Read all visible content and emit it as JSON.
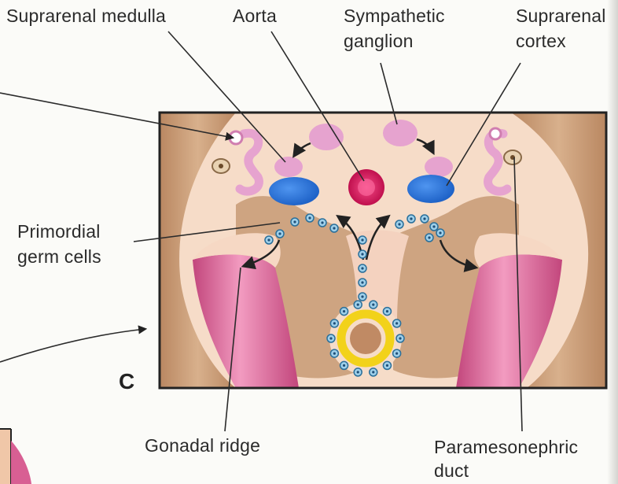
{
  "labels": {
    "suprarenal_medulla": "Suprarenal medulla",
    "aorta": "Aorta",
    "sympathetic_line1": "Sympathetic",
    "sympathetic_line2": "ganglion",
    "suprarenal_cortex_line1": "Suprarenal",
    "suprarenal_cortex_line2": "cortex",
    "primordial_line1": "Primordial",
    "primordial_line2": "germ cells",
    "gonadal_ridge": "Gonadal ridge",
    "paramesonephric_line1": "Paramesonephric",
    "paramesonephric_line2": "duct",
    "panel_letter": "C"
  },
  "colors": {
    "panel_bg": "#f6dcc8",
    "tan_tissue": "#c89a74",
    "pink_ridge": "#d85f93",
    "medulla_pink": "#e6a3cf",
    "cortex_blue": "#2f7be0",
    "aorta_red": "#d8175a",
    "ring_yellow": "#f2d21a",
    "germ_cell_blue": "#9fd0ea"
  }
}
